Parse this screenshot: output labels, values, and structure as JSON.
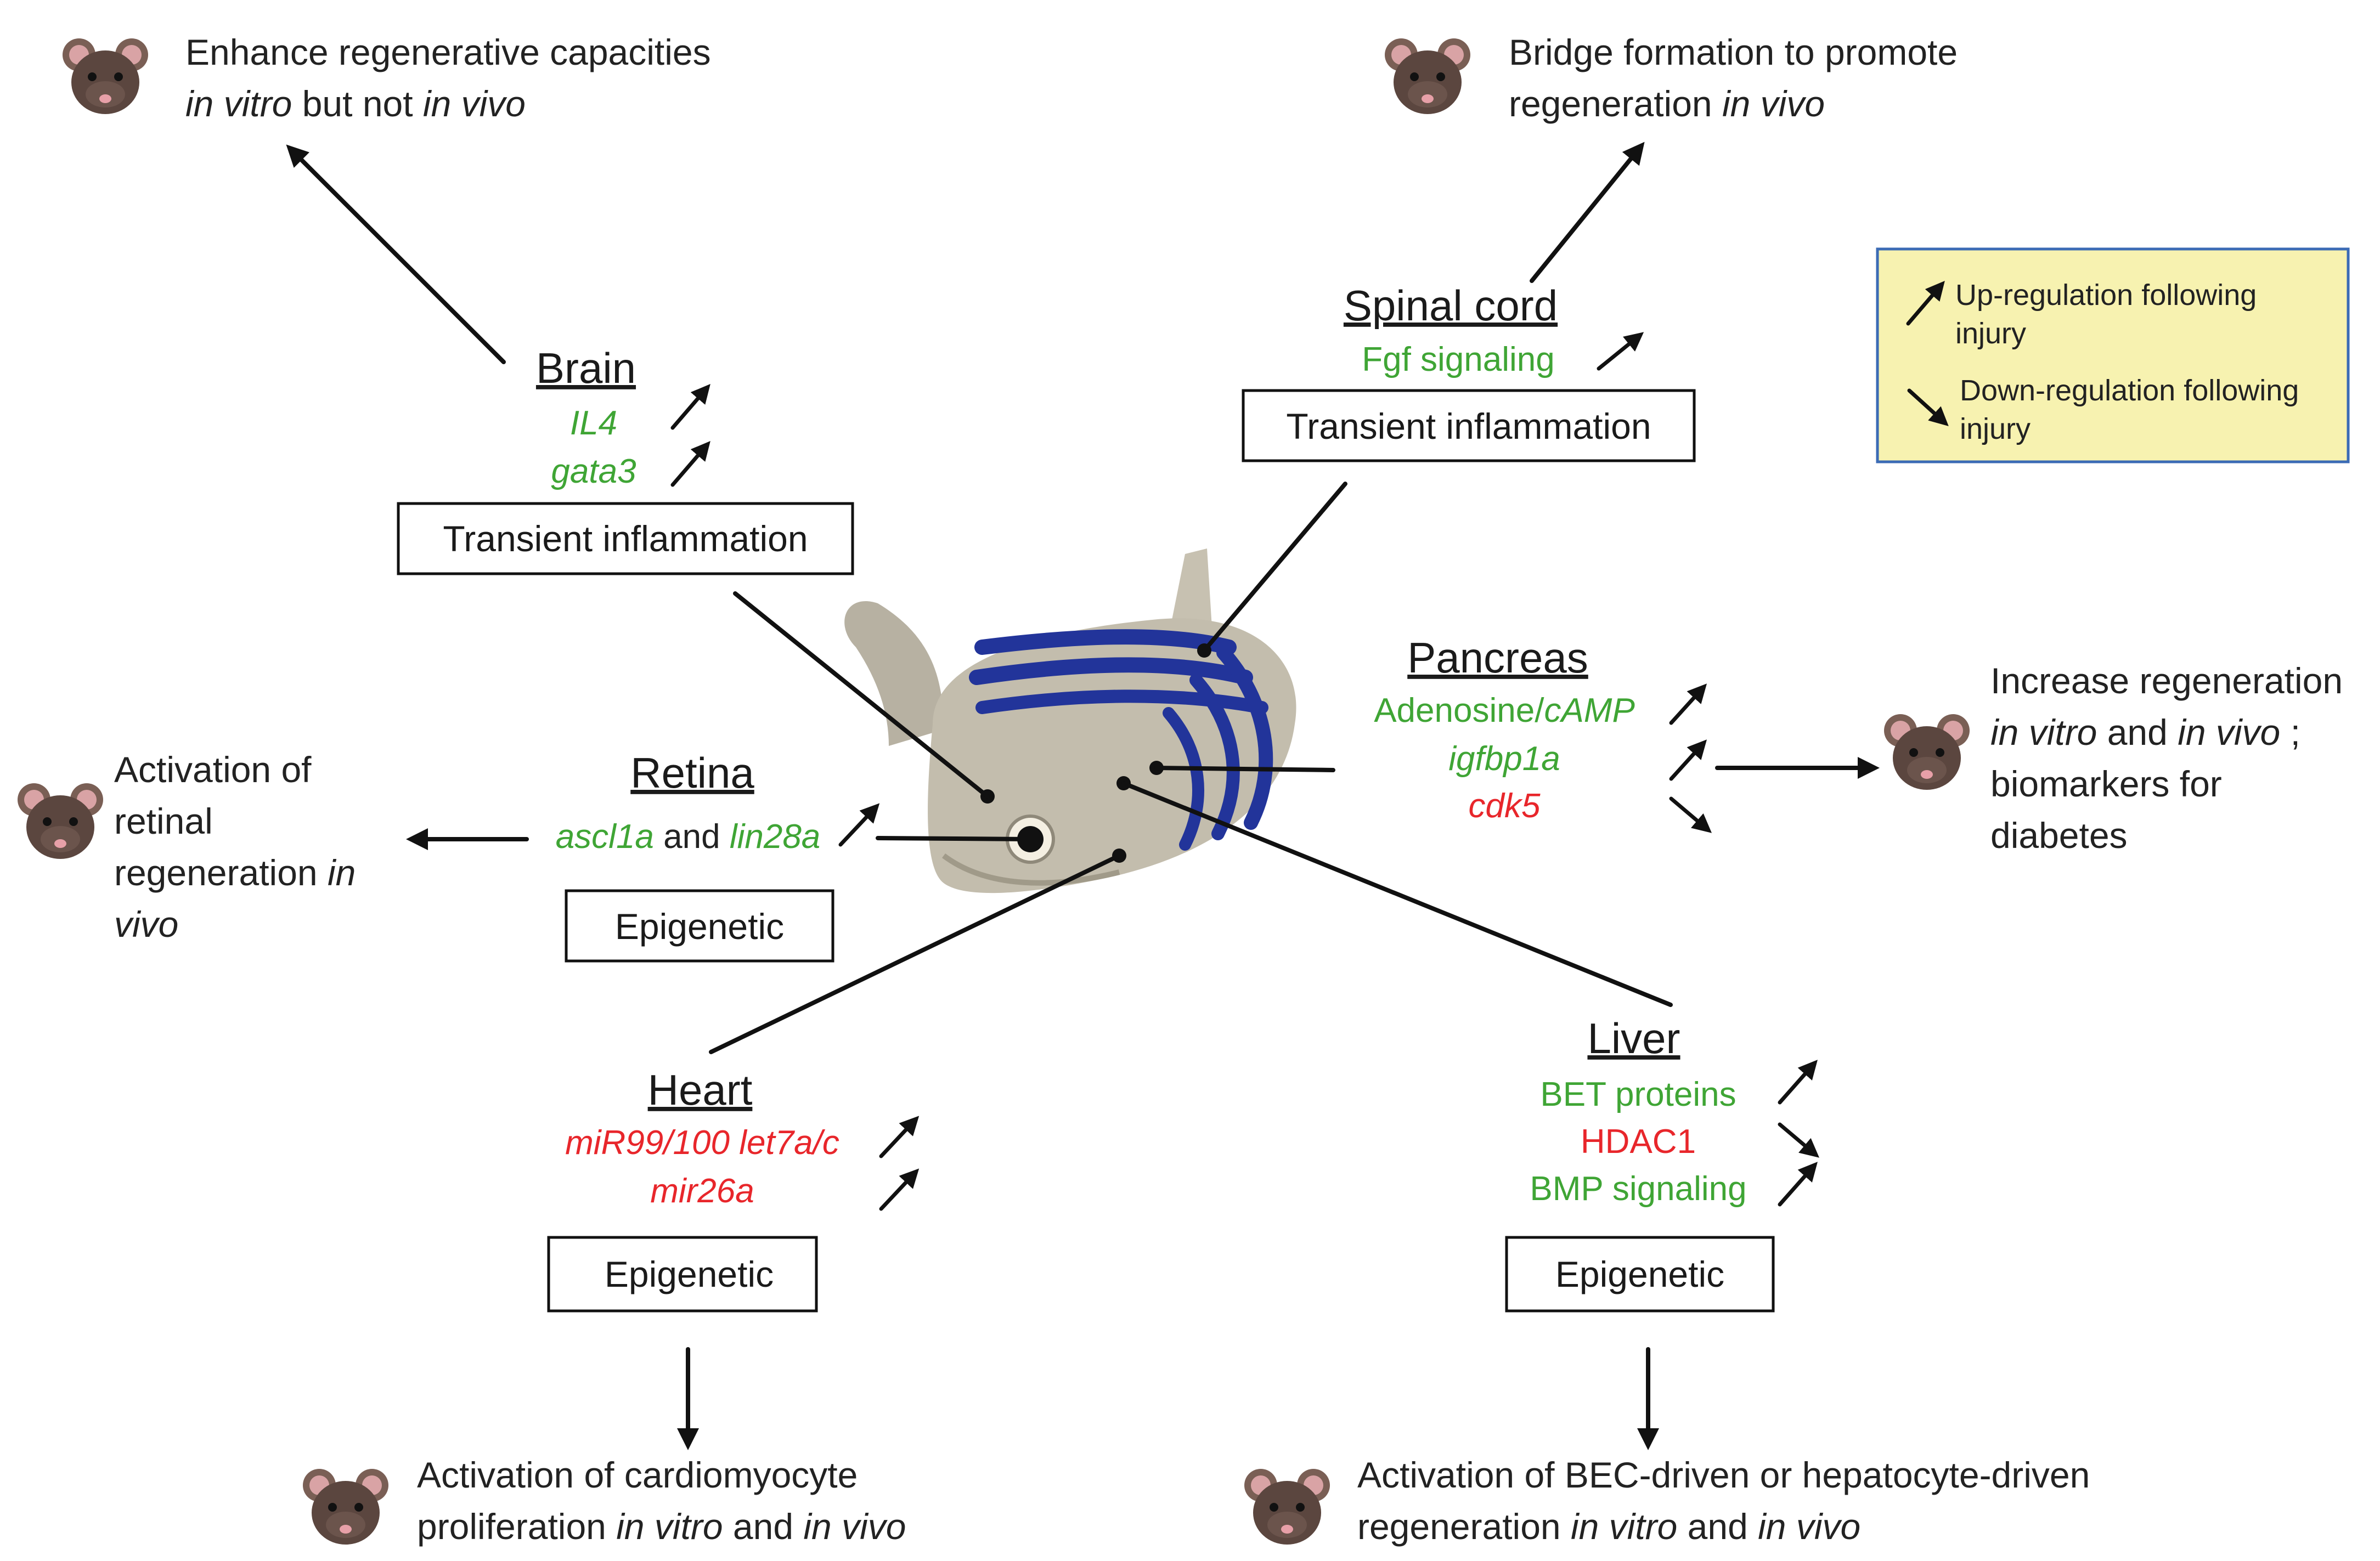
{
  "legend": {
    "up_line1": "Up-regulation following",
    "up_line2": "injury",
    "down_line1": "Down-regulation following",
    "down_line2": "injury",
    "bg_color": "#f7f2b0",
    "border_color": "#3b6bb5"
  },
  "colors": {
    "upregulated_text": "#3fa535",
    "downregulated_text": "#e8262b",
    "stripe": "#22349a"
  },
  "brain": {
    "title": "Brain",
    "genes": [
      "IL4",
      "gata3"
    ],
    "mechanism": "Transient inflammation",
    "outcome": {
      "line1": "Enhance regenerative capacities",
      "line2_i1": "in vitro",
      "line2_mid": " but not ",
      "line2_i2": "in vivo"
    }
  },
  "spinal_cord": {
    "title": "Spinal cord",
    "genes": [
      "Fgf signaling"
    ],
    "mechanism": "Transient inflammation",
    "outcome": {
      "line1": "Bridge formation to promote",
      "line2_normal": "regeneration ",
      "line2_i": "in vivo"
    }
  },
  "pancreas": {
    "title": "Pancreas",
    "genes": [
      {
        "a": "Adenosine/",
        "b": "cAMP"
      },
      "igfbp1a",
      "cdk5"
    ],
    "outcome": {
      "line1": "Increase regeneration",
      "line2_i1": "in vitro",
      "line2_mid": " and ",
      "line2_i2": "in vivo",
      "line2_end": " ;",
      "line3": "biomarkers for",
      "line4": "diabetes"
    }
  },
  "retina": {
    "title": "Retina",
    "genes": {
      "g1": "ascl1a",
      "join": " and ",
      "g2": "lin28a"
    },
    "mechanism": "Epigenetic",
    "outcome": {
      "line1": "Activation of",
      "line2": "retinal",
      "line3_normal": "regeneration ",
      "line3_i": "in",
      "line4_i": "vivo"
    }
  },
  "heart": {
    "title": "Heart",
    "genes": [
      "miR99/100 let7a/c",
      "mir26a"
    ],
    "mechanism": "Epigenetic",
    "outcome": {
      "line1": "Activation of cardiomyocyte",
      "line2_normal": "proliferation ",
      "line2_i1": "in vitro",
      "line2_mid": " and ",
      "line2_i2": "in vivo"
    }
  },
  "liver": {
    "title": "Liver",
    "genes": [
      "BET proteins",
      "HDAC1",
      "BMP signaling"
    ],
    "mechanism": "Epigenetic",
    "outcome": {
      "line1": "Activation of BEC-driven or hepatocyte-driven",
      "line2_normal": "regeneration ",
      "line2_i1": "in vitro",
      "line2_mid": " and ",
      "line2_i2": "in vivo"
    }
  },
  "icons": [
    "mouse-icon",
    "zebrafish-icon",
    "up-arrow-icon",
    "down-arrow-icon"
  ]
}
